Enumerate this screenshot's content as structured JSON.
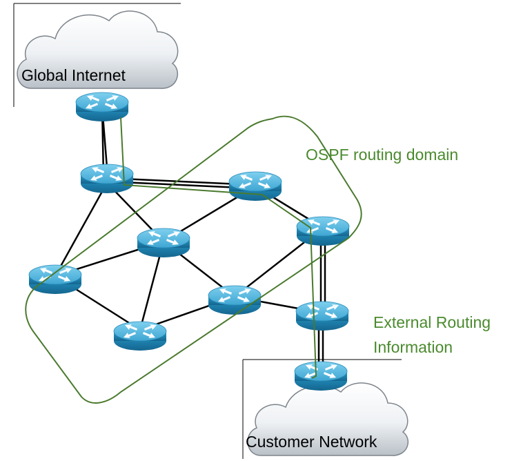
{
  "labels": {
    "global_internet": "Global Internet",
    "customer_network": "Customer Network",
    "ospf_domain": "OSPF routing domain",
    "external_routing_line1": "External Routing",
    "external_routing_line2": "Information"
  },
  "colors": {
    "domain_outline": "#4a7a2e",
    "label_green": "#4a8a2e",
    "link": "#000000",
    "router_body": "#1e88b8",
    "router_top": "#56b8de",
    "cloud_fill": "#e9edf1"
  },
  "icons": {
    "router": "router-icon",
    "cloud": "cloud-icon"
  }
}
